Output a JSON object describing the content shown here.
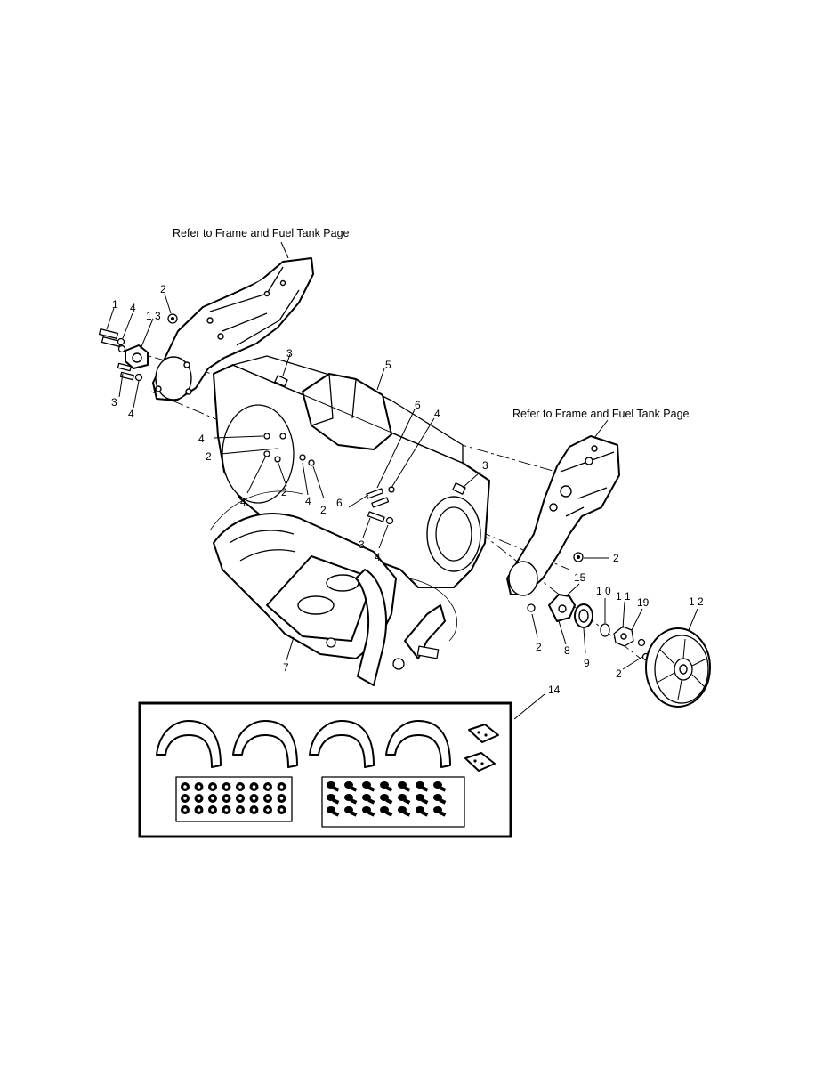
{
  "references": {
    "left": "Refer to Frame and Fuel Tank Page",
    "right": "Refer to Frame and Fuel Tank Page"
  },
  "callouts": [
    {
      "id": "c-1",
      "text": "1"
    },
    {
      "id": "c-4a",
      "text": "4"
    },
    {
      "id": "c-13",
      "text": "1 3"
    },
    {
      "id": "c-2a",
      "text": "2"
    },
    {
      "id": "c-3a",
      "text": "3"
    },
    {
      "id": "c-4b",
      "text": "4"
    },
    {
      "id": "c-3b",
      "text": "3"
    },
    {
      "id": "c-5",
      "text": "5"
    },
    {
      "id": "c-6a",
      "text": "6"
    },
    {
      "id": "c-4c",
      "text": "4"
    },
    {
      "id": "c-4d",
      "text": "4"
    },
    {
      "id": "c-2b",
      "text": "2"
    },
    {
      "id": "c-4e",
      "text": "4"
    },
    {
      "id": "c-2c",
      "text": "2"
    },
    {
      "id": "c-4f",
      "text": "4"
    },
    {
      "id": "c-2d",
      "text": "2"
    },
    {
      "id": "c-6b",
      "text": "6"
    },
    {
      "id": "c-3c",
      "text": "3"
    },
    {
      "id": "c-3d",
      "text": "3"
    },
    {
      "id": "c-4g",
      "text": "4"
    },
    {
      "id": "c-2e",
      "text": "2"
    },
    {
      "id": "c-15",
      "text": "15"
    },
    {
      "id": "c-10",
      "text": "1 0"
    },
    {
      "id": "c-11",
      "text": "1 1"
    },
    {
      "id": "c-19",
      "text": "19"
    },
    {
      "id": "c-12",
      "text": "1 2"
    },
    {
      "id": "c-2f",
      "text": "2"
    },
    {
      "id": "c-8",
      "text": "8"
    },
    {
      "id": "c-9",
      "text": "9"
    },
    {
      "id": "c-2g",
      "text": "2"
    },
    {
      "id": "c-7",
      "text": "7"
    },
    {
      "id": "c-14",
      "text": "14"
    }
  ]
}
